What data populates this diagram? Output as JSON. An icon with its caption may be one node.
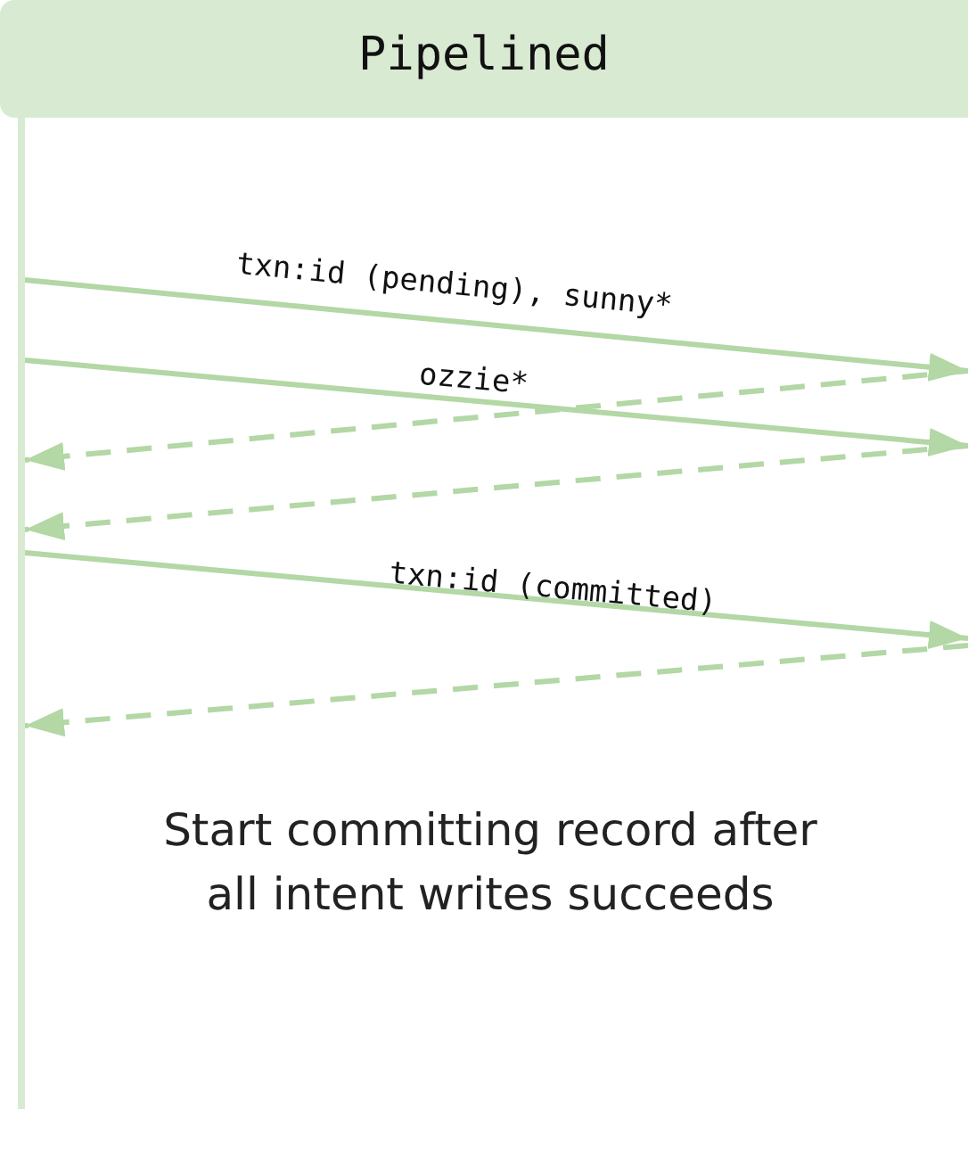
{
  "diagram": {
    "nodes": [
      {
        "text": [
          "Pipelined"
        ]
      },
      {
        "text": [],
        "shape": "bar"
      }
    ],
    "edges": [
      {
        "from": 1,
        "to": null,
        "arrow": "to",
        "label": "txn:id (pending), sunny*"
      },
      {
        "from": 1,
        "to": null,
        "arrow": "to",
        "label": "ozzie*"
      },
      {
        "from": null,
        "to": 1,
        "arrow": "to",
        "style": "dashed"
      },
      {
        "from": null,
        "to": 1,
        "arrow": "to",
        "style": "dashed"
      },
      {
        "from": 1,
        "to": null,
        "arrow": "to",
        "label": "txn:id (committed)"
      },
      {
        "from": null,
        "to": 1,
        "arrow": "to",
        "style": "dashed"
      }
    ],
    "labels": [
      "Start committing record after all intent writes succeeds"
    ]
  }
}
